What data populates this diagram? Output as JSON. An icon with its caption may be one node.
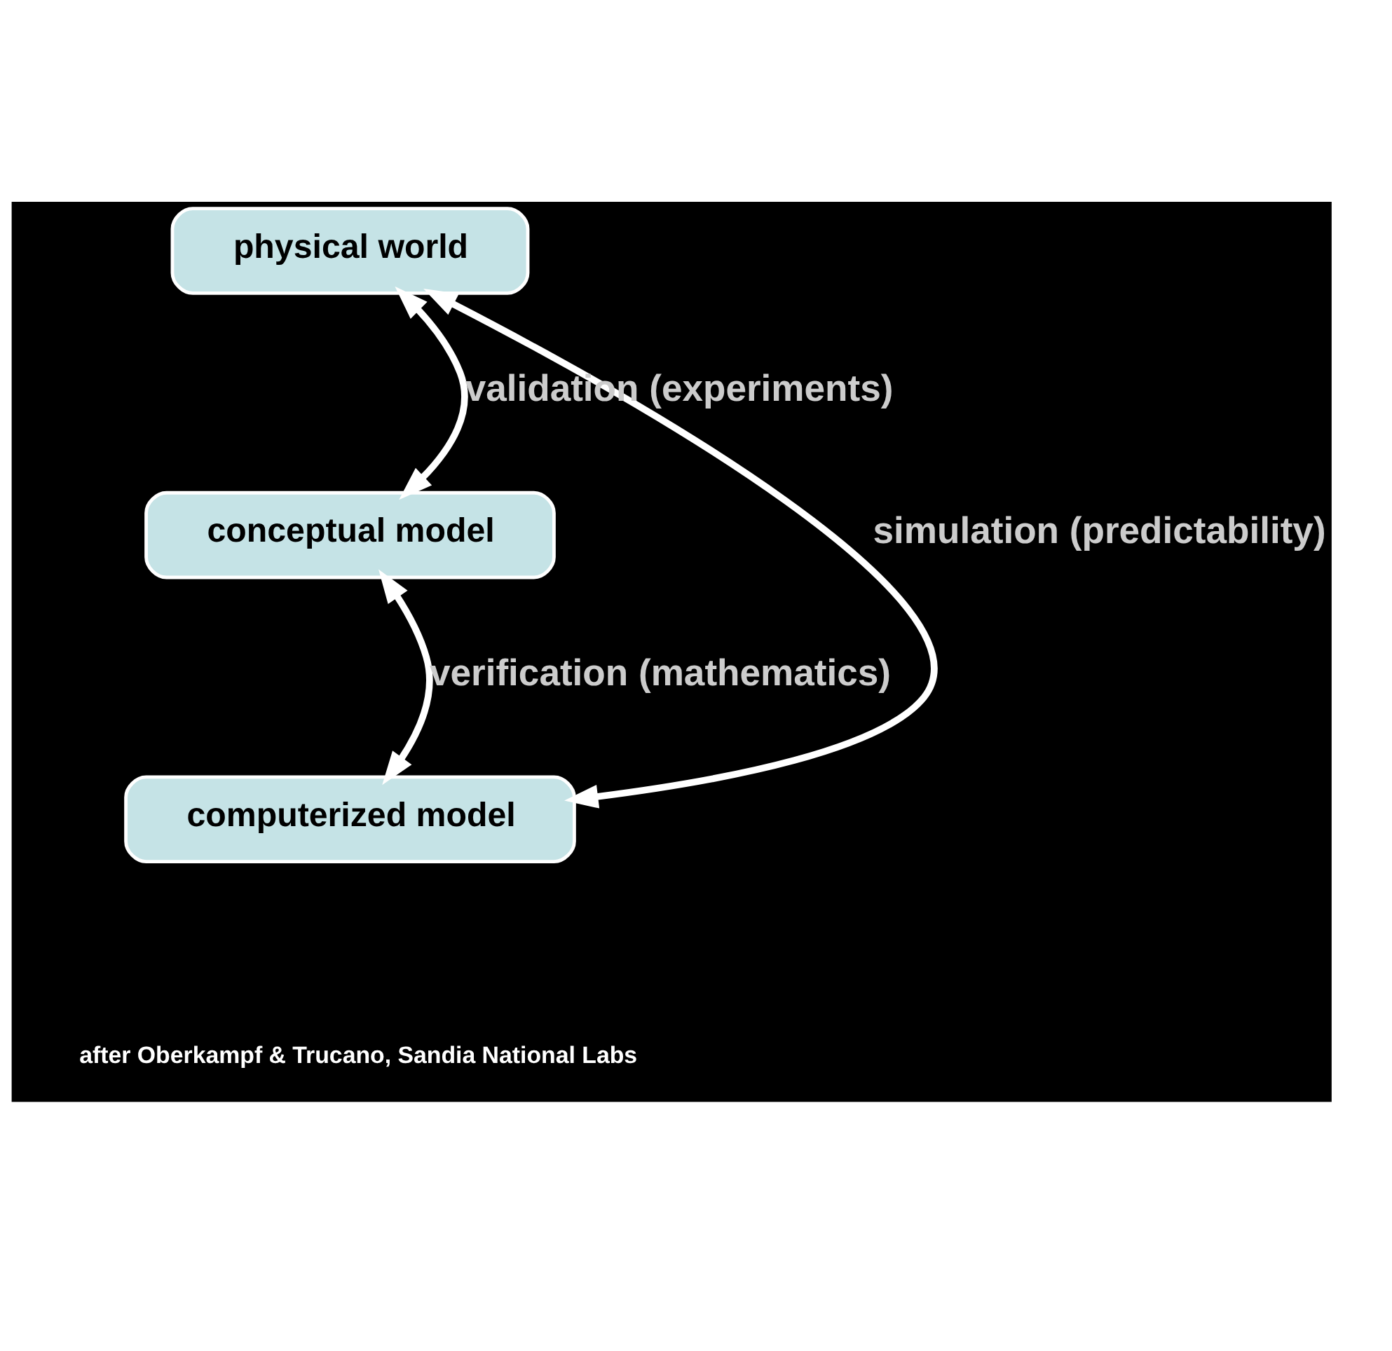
{
  "diagram": {
    "nodes": [
      {
        "text": [
          "physical world"
        ]
      },
      {
        "text": [
          "conceptual model"
        ]
      },
      {
        "text": [
          "computerized model"
        ]
      }
    ],
    "edges": [
      {
        "from": 1,
        "to": 0,
        "arrow": "both",
        "label": "validation (experiments)"
      },
      {
        "from": 0,
        "to": 2,
        "arrow": "both",
        "label": "simulation (predictability)"
      },
      {
        "from": 2,
        "to": 1,
        "arrow": "both",
        "label": "verification (mathematics)"
      }
    ],
    "labels": [
      "after Oberkampf & Trucano, Sandia National Labs"
    ]
  }
}
